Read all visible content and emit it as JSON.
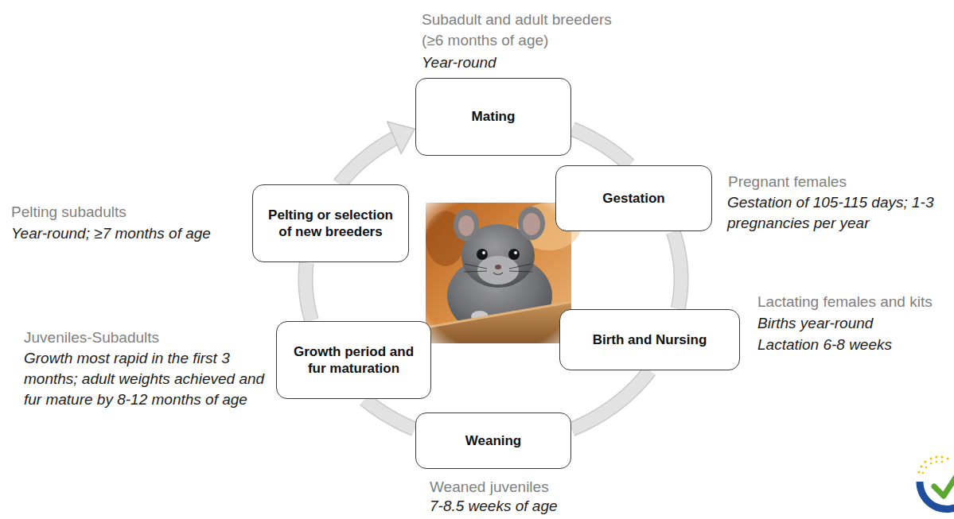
{
  "diagram": {
    "nodes": [
      {
        "text": [
          "Mating"
        ]
      },
      {
        "text": [
          "Gestation"
        ]
      },
      {
        "text": [
          "Birth and Nursing"
        ]
      },
      {
        "text": [
          "Weaning"
        ]
      },
      {
        "text": [
          "Growth period and fur maturation"
        ]
      },
      {
        "text": [
          "Pelting or selection of new breeders"
        ]
      }
    ],
    "edges": [
      {
        "from": 0,
        "to": 1,
        "arrow": "none"
      },
      {
        "from": 1,
        "to": 2,
        "arrow": "none"
      },
      {
        "from": 2,
        "to": 3,
        "arrow": "none"
      },
      {
        "from": 3,
        "to": 4,
        "arrow": "none"
      },
      {
        "from": 4,
        "to": 5,
        "arrow": "none"
      },
      {
        "from": 5,
        "to": 0,
        "arrow": "to"
      }
    ],
    "labels": [
      "Subadult and adult breeders (≥6 months of age)",
      "Year-round",
      "Pregnant females",
      "Gestation of 105-115 days; 1-3 pregnancies per year",
      "Lactating females and kits",
      "Births year-round",
      "Lactation 6-8 weeks",
      "Weaned juveniles",
      "7-8.5 weeks of age",
      "Juveniles-Subadults",
      "Growth most rapid in the first 3 months; adult weights achieved and fur mature by 8-12 months of age",
      "Pelting subadults",
      "Year-round; ≥7 months of age"
    ]
  }
}
